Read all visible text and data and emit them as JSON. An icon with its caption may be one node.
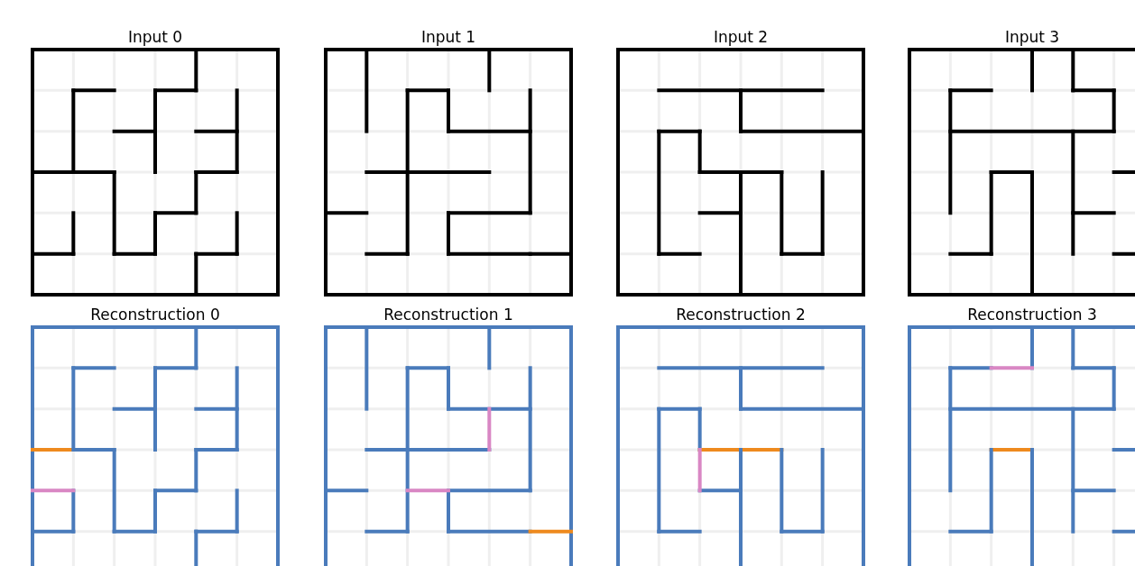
{
  "diagram": {
    "nodes": [
      {
        "text": [
          "Input 0"
        ]
      },
      {
        "text": [
          "Input 1"
        ]
      },
      {
        "text": [
          "Input 2"
        ]
      },
      {
        "text": [
          "Input 3"
        ]
      },
      {
        "text": [
          "Reconstruction 0"
        ]
      },
      {
        "text": [
          "Reconstruction 1"
        ]
      },
      {
        "text": [
          "Reconstruction 2"
        ]
      },
      {
        "text": [
          "Reconstruction 3"
        ]
      }
    ]
  }
}
